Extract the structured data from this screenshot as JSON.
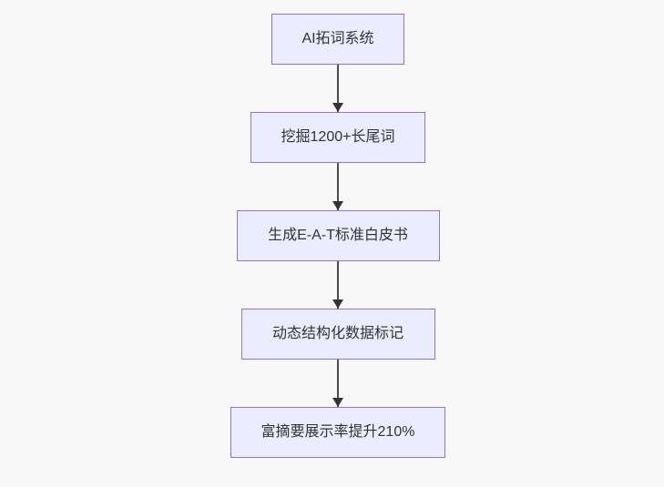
{
  "diagram": {
    "type": "flowchart",
    "direction": "top-down",
    "nodes": [
      {
        "id": "A",
        "label": "AI拓词系统"
      },
      {
        "id": "B",
        "label": "挖掘1200+长尾词"
      },
      {
        "id": "C",
        "label": "生成E-A-T标准白皮书"
      },
      {
        "id": "D",
        "label": "动态结构化数据标记"
      },
      {
        "id": "E",
        "label": "富摘要展示率提升210%"
      }
    ],
    "edges": [
      {
        "from": "A",
        "to": "B"
      },
      {
        "from": "B",
        "to": "C"
      },
      {
        "from": "C",
        "to": "D"
      },
      {
        "from": "D",
        "to": "E"
      }
    ],
    "colors": {
      "node_fill": "#ececff",
      "node_border": "#9370db",
      "node_text": "#333333",
      "edge_line": "#4d4d4d",
      "arrowhead": "#333333",
      "background": "#f8f8f9"
    }
  }
}
